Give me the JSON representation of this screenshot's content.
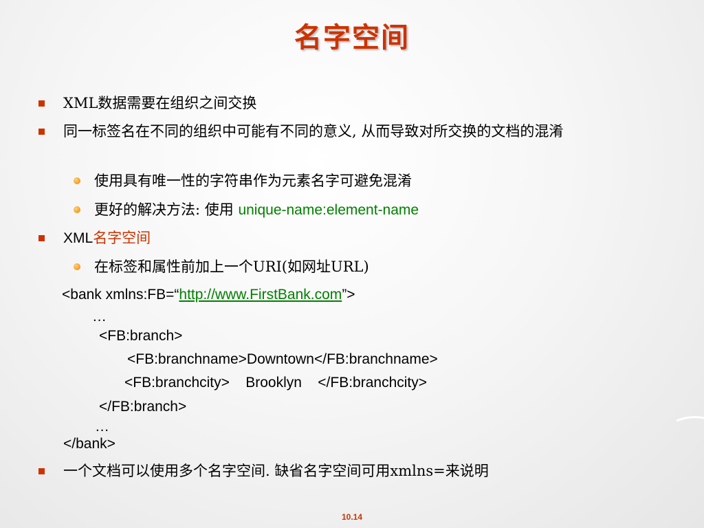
{
  "title": "名字空间",
  "bullets": {
    "b1": "XML数据需要在组织之间交换",
    "b2": "同一标签名在不同的组织中可能有不同的意义, 从而导致对所交换的文档的混淆",
    "s1": "使用具有唯一性的字符串作为元素名字可避免混淆",
    "s2_prefix": "更好的解决方法: 使用 ",
    "s2_green": "unique-name:element-name",
    "b3_prefix": "XML",
    "b3_red": "名字空间",
    "s3": "在标签和属性前加上一个URI(如网址URL)",
    "b4": "一个文档可以使用多个名字空间. 缺省名字空间可用xmlns=来说明"
  },
  "code": {
    "line1_pre": "<bank xmlns:FB=“",
    "line1_link": "http://www.FirstBank.com",
    "line1_post": "”>",
    "ellipsis1": "…",
    "line3": "<FB:branch>",
    "line4": "<FB:branchname>Downtown</FB:branchname>",
    "line5": "<FB:branchcity>    Brooklyn    </FB:branchcity>",
    "line6": "</FB:branch>",
    "ellipsis2": "…",
    "line8": "</bank>"
  },
  "footer": "10.14",
  "colors": {
    "accent": "#cc3300",
    "green": "#008000",
    "bullet_orange": "#f29a1e"
  }
}
